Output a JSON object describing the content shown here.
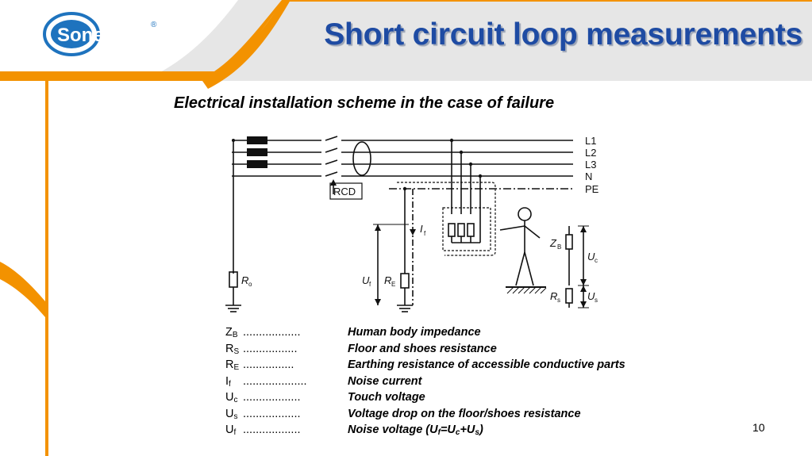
{
  "header": {
    "logo_text": "Sonel",
    "logo_mark": "®",
    "title": "Short circuit loop measurements"
  },
  "subtitle": "Electrical installation scheme in the case of failure",
  "diagram": {
    "lines": {
      "L1": "L1",
      "L2": "L2",
      "L3": "L3",
      "N": "N",
      "PE": "PE"
    },
    "rcd": "RCD",
    "labels": {
      "r0": "R",
      "r0_sub": "o",
      "if": "I",
      "if_sub": "f",
      "uf": "U",
      "uf_sub": "f",
      "re": "R",
      "re_sub": "E",
      "zb": "Z",
      "zb_sub": "B",
      "rs": "R",
      "rs_sub": "s",
      "uc": "U",
      "uc_sub": "c",
      "us": "U",
      "us_sub": "s"
    }
  },
  "legend": [
    {
      "symbol": "Z",
      "sub": "B",
      "dots": "..................",
      "desc": "Human body impedance"
    },
    {
      "symbol": "R",
      "sub": "S",
      "dots": ".................",
      "desc": "Floor and shoes resistance"
    },
    {
      "symbol": "R",
      "sub": "E",
      "dots": "................",
      "desc": "Earthing resistance of accessible conductive parts"
    },
    {
      "symbol": "I",
      "sub": "f",
      "dots": "....................",
      "desc": "Noise current"
    },
    {
      "symbol": "U",
      "sub": "c",
      "dots": "..................",
      "desc": "Touch voltage"
    },
    {
      "symbol": "U",
      "sub": "s",
      "dots": "..................",
      "desc": "Voltage drop on the floor/shoes resistance"
    },
    {
      "symbol": "U",
      "sub": "f",
      "dots": "..................",
      "desc": "Noise voltage  (U",
      "formula": {
        "u1sub": "f",
        "eq": "=U",
        "u2sub": "c",
        "plus": "+U",
        "u3sub": "s",
        "close": ")"
      }
    }
  ],
  "page_number": "10",
  "colors": {
    "accent_orange": "#f39200",
    "title_blue": "#1e4ba3",
    "header_grey": "#e6e6e6"
  }
}
